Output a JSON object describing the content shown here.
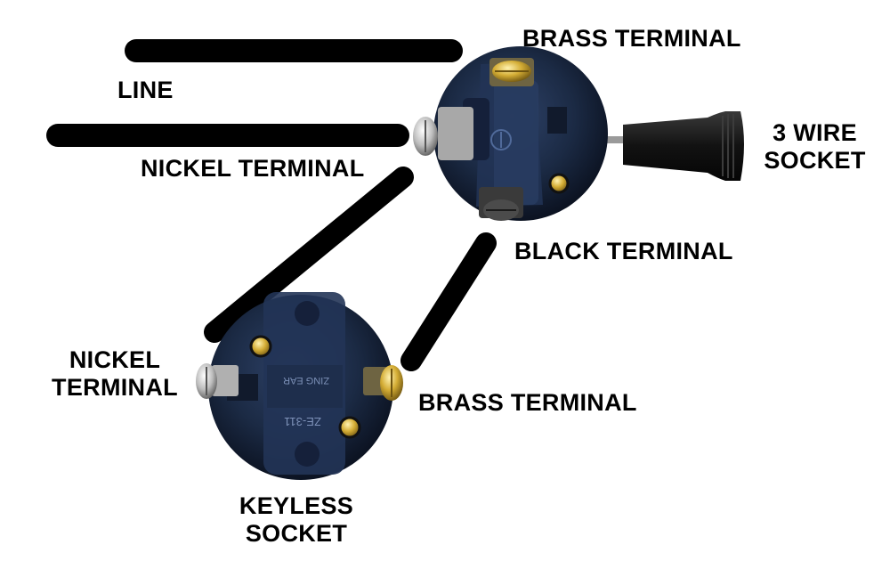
{
  "labels": {
    "brass_terminal_top": "BRASS TERMINAL",
    "line": "LINE",
    "nickel_terminal_top": "NICKEL TERMINAL",
    "three_wire_socket_1": "3 WIRE",
    "three_wire_socket_2": "SOCKET",
    "black_terminal": "BLACK TERMINAL",
    "nickel_terminal_bottom_1": "NICKEL",
    "nickel_terminal_bottom_2": "TERMINAL",
    "brass_terminal_bottom": "BRASS TERMINAL",
    "keyless_socket_1": "KEYLESS",
    "keyless_socket_2": "SOCKET"
  },
  "socket_markings": {
    "maker": "ZING EAR",
    "model": "ZE-311"
  },
  "colors": {
    "wire": "#000000",
    "socket_body": "#1b2a44",
    "brass": "#c9a227",
    "nickel": "#b9b9b9"
  }
}
